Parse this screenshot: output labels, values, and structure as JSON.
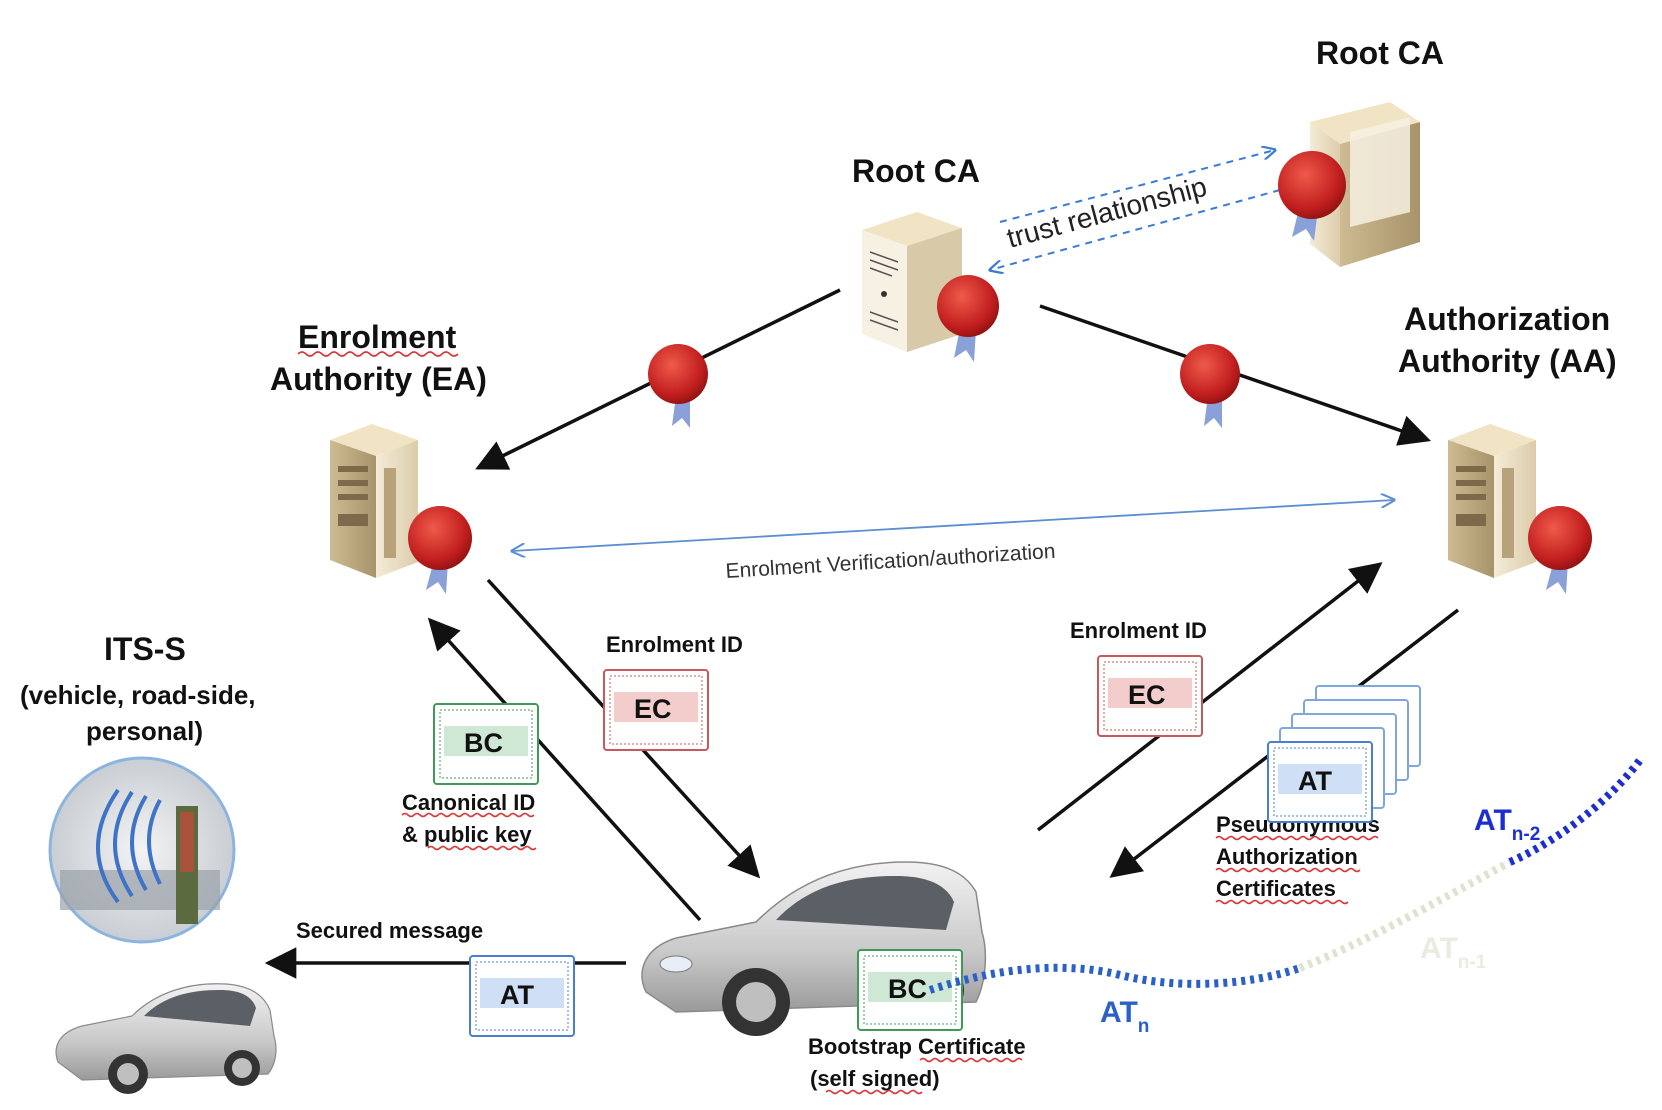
{
  "labels": {
    "root_ca_top": "Root CA",
    "root_ca_center": "Root CA",
    "trust_relationship": "trust relationship",
    "ea_line1": "Enrolment",
    "ea_line2": "Authority (EA)",
    "aa_line1": "Authorization",
    "aa_line2": "Authority (AA)",
    "enrol_verification": "Enrolment Verification/authorization",
    "its_line1": "ITS-S",
    "its_line2": "(vehicle, road-side,",
    "its_line3": "personal)",
    "enrol_id_left": "Enrolment ID",
    "enrol_id_right": "Enrolment ID",
    "canonical_line1": "Canonical ID",
    "canonical_line2": "& public key",
    "pseudo_line1": "Pseudonymous",
    "pseudo_line2": "Authorization",
    "pseudo_line3": "Certificates",
    "secured_message": "Secured message",
    "bootstrap_line1": "Bootstrap Certificate",
    "bootstrap_line2": "(self signed)"
  },
  "certificates": {
    "bc": "BC",
    "ec": "EC",
    "at": "AT"
  },
  "trajectory": {
    "at_main": "AT",
    "at_n_sub": "n",
    "at_n1_sub": "n-1",
    "at_n2_sub": "n-2"
  },
  "colors": {
    "arrow": "#111111",
    "trust_arrow": "#3b7bd6",
    "verification_arrow": "#5b8fd0",
    "seal": "#c62828",
    "ec_accent": "#c65a5a",
    "bc_accent": "#3f9a5a",
    "at_accent": "#4a7fd0"
  },
  "icons": [
    "server-icon",
    "seal-icon",
    "certificate-icon",
    "car-icon",
    "roadside-unit-icon"
  ]
}
